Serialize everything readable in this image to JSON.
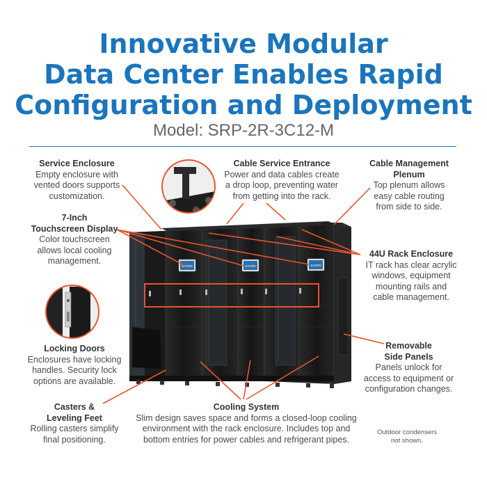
{
  "title": {
    "line1": "Innovative Modular",
    "line2": "Data Center Enables Rapid",
    "line3": "Configuration and Deployment"
  },
  "model": "Model: SRP-2R-3C12-M",
  "callouts": {
    "service_enclosure": {
      "heading": "Service Enclosure",
      "lines": [
        "Empty enclosure with",
        "vented doors supports",
        "customization."
      ]
    },
    "cable_service_entrance": {
      "heading": "Cable Service Entrance",
      "lines": [
        "Power and data cables create",
        "a drop loop, preventing water",
        "from getting into the rack."
      ]
    },
    "cable_management_plenum": {
      "heading1": "Cable Management",
      "heading2": "Plenum",
      "lines": [
        "Top plenum allows",
        "easy cable routing",
        "from side to side."
      ]
    },
    "touchscreen": {
      "heading1": "7-Inch",
      "heading2": "Touchscreen Display",
      "lines": [
        "Color touchscreen",
        "allows local cooling",
        "management."
      ]
    },
    "rack_enclosure": {
      "heading": "44U Rack Enclosure",
      "lines": [
        "IT rack has clear acrylic",
        "windows, equipment",
        "mounting rails and",
        "cable management."
      ]
    },
    "locking_doors": {
      "heading": "Locking Doors",
      "lines": [
        "Enclosures have locking",
        "handles. Security lock",
        "options are available."
      ]
    },
    "side_panels": {
      "heading1": "Removable",
      "heading2": "Side Panels",
      "lines": [
        "Panels unlock for",
        "access to equipment or",
        "configuration changes."
      ]
    },
    "casters": {
      "heading1": "Casters &",
      "heading2": "Leveling Feet",
      "lines": [
        "Rolling casters simplify",
        "final positioning."
      ]
    },
    "cooling": {
      "heading": "Cooling System",
      "lines": [
        "Slim design saves space and forms a closed-loop cooling",
        "environment with the rack enclosure. Includes top and",
        "bottom entries for power cables and refrigerant pipes."
      ]
    }
  },
  "note": {
    "line1": "Outdoor condensers",
    "line2": "not shown."
  },
  "screen_logo": "EATON",
  "colors": {
    "title_blue": "#1b75bc",
    "callout_orange": "#e8542c",
    "rack_black": "#1c1c1c"
  }
}
